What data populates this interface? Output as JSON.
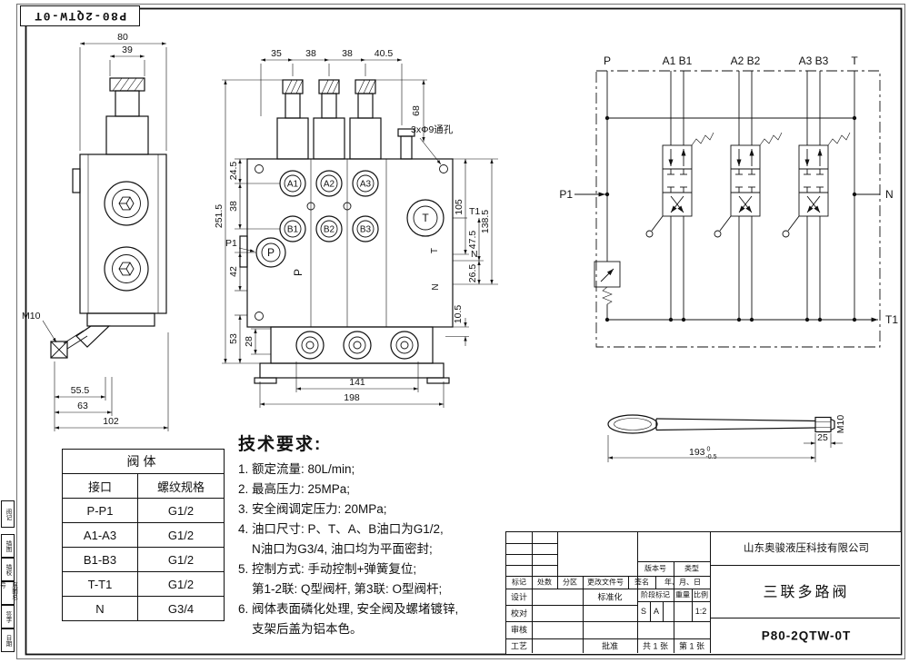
{
  "header_tag": "P80-2QTW-0T",
  "side_view": {
    "dims": {
      "w80": "80",
      "w39": "39",
      "m10": "M10",
      "d55": "55.5",
      "d63": "63",
      "d102": "102"
    }
  },
  "front_view": {
    "top_dims": [
      "35",
      "38",
      "38",
      "40.5"
    ],
    "hole_note": "3xΦ9通孔",
    "right_dims": {
      "d68": "68",
      "d105": "105",
      "d47": "47.5",
      "d138": "138.5",
      "d26": "26.5",
      "d10": "10.5"
    },
    "left_dims": {
      "d24": "24.5",
      "d38": "38",
      "d251": "251.5",
      "d42": "42",
      "d53": "53",
      "d28": "28"
    },
    "bottom_dims": {
      "d141": "141",
      "d198": "198"
    },
    "ports": {
      "a1": "A1",
      "a2": "A2",
      "a3": "A3",
      "b1": "B1",
      "b2": "B2",
      "b3": "B3",
      "p": "P",
      "t": "T",
      "t1": "T1",
      "n": "N",
      "p1": "P1"
    }
  },
  "schematic": {
    "labels": {
      "p": "P",
      "a1b1": "A1 B1",
      "a2b2": "A2 B2",
      "a3b3": "A3 B3",
      "t": "T",
      "p1": "P1",
      "n": "N",
      "t1": "T1"
    }
  },
  "handle_drawing": {
    "length": "193",
    "tol_upper": "0",
    "tol_lower": "-0.5",
    "thread_len": "25",
    "thread": "M10"
  },
  "valve_table": {
    "title": "阀体",
    "headers": [
      "接口",
      "螺纹规格"
    ],
    "rows": [
      [
        "P-P1",
        "G1/2"
      ],
      [
        "A1-A3",
        "G1/2"
      ],
      [
        "B1-B3",
        "G1/2"
      ],
      [
        "T-T1",
        "G1/2"
      ],
      [
        "N",
        "G3/4"
      ]
    ]
  },
  "tech_requirements": {
    "title": "技术要求:",
    "lines": [
      "1. 额定流量: 80L/min;",
      "2. 最高压力: 25MPa;",
      "3. 安全阀调定压力: 20MPa;",
      "4. 油口尺寸: P、T、A、B油口为G1/2,",
      "    N油口为G3/4, 油口均为平面密封;",
      "5. 控制方式: 手动控制+弹簧复位;",
      "    第1-2联: Q型阀杆, 第3联: O型阀杆;",
      "6. 阀体表面磷化处理, 安全阀及螺堵镀锌,",
      "    支架后盖为铝本色。"
    ]
  },
  "title_block": {
    "record_labels": [
      "标记",
      "处数",
      "分区",
      "更改文件号",
      "签名",
      "年、月、日"
    ],
    "version_label": "版本号",
    "type_label": "类型",
    "design": "设计",
    "standardization": "标准化",
    "check": "校对",
    "audit": "审核",
    "process": "工艺",
    "approve": "批准",
    "stage_label": "阶段标记",
    "weight_label": "重量",
    "scale_label": "比例",
    "stage_s": "S",
    "stage_a": "A",
    "scale_value": "1:2",
    "total_sheets": "共 1 张",
    "sheet_number": "第 1 张",
    "company": "山东奥骏液压科技有限公司",
    "product": "三联多路阀",
    "drawing_number": "P80-2QTW-0T"
  },
  "margin_boxes": [
    "阅记",
    "描图",
    "描校",
    "底图总号",
    "签字",
    "日期"
  ]
}
